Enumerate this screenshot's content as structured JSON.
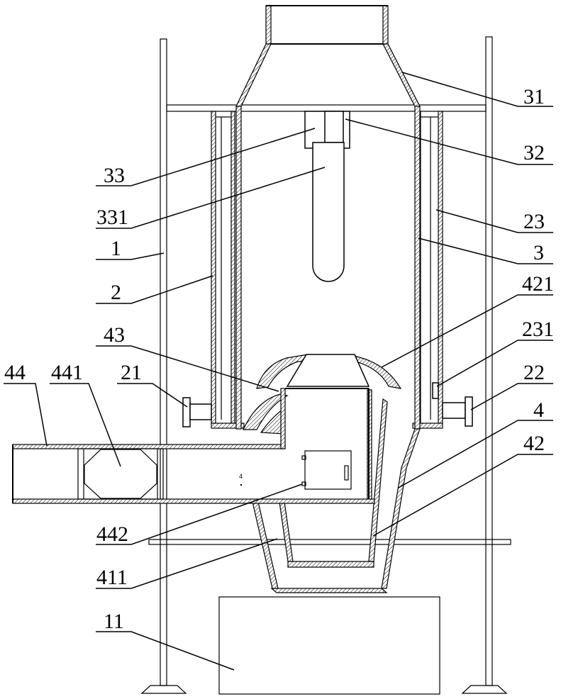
{
  "labels": {
    "l31": "31",
    "l32": "32",
    "l33": "33",
    "l331": "331",
    "l23": "23",
    "l1": "1",
    "l3": "3",
    "l2": "2",
    "l421": "421",
    "l43": "43",
    "l231": "231",
    "l44": "44",
    "l441": "441",
    "l21": "21",
    "l22": "22",
    "l4": "4",
    "l42": "42",
    "l442": "442",
    "l411": "411",
    "l11": "11"
  },
  "small_marks": {
    "m1": "4"
  }
}
